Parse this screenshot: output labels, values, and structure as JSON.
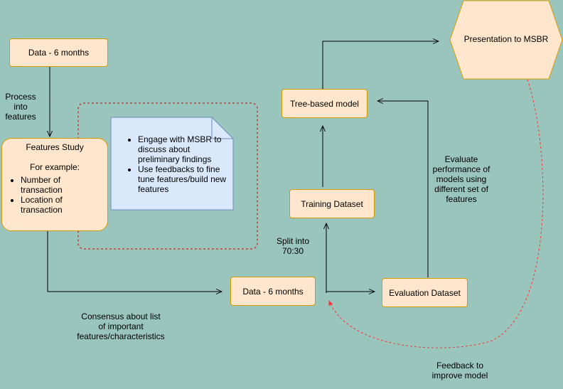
{
  "nodes": {
    "data_top": "Data - 6 months",
    "features_title": "Features Study",
    "features_example": "For example:",
    "features_items": [
      "Number of transaction",
      "Location of transaction"
    ],
    "note_items": [
      "Engage with MSBR to discuss about preliminary findings",
      "Use feedbacks to fine tune features/build new features"
    ],
    "data_mid": "Data - 6 months",
    "training": "Training Dataset",
    "evaluation": "Evaluation Dataset",
    "tree_model": "Tree-based model",
    "presentation": "Presentation to MSBR"
  },
  "labels": {
    "process": [
      "Process",
      "into",
      "features"
    ],
    "consensus": [
      "Consensus about list",
      "of important",
      "features/characteristics"
    ],
    "split": [
      "Split into",
      "70:30"
    ],
    "evaluate": [
      "Evaluate",
      "performance of",
      "models using",
      "different set of",
      "features"
    ],
    "feedback": [
      "Feedback to",
      "improve model"
    ]
  },
  "colors": {
    "background": "#9ac5bd",
    "box_fill": "#ffe6cc",
    "box_border": "#d79b00",
    "note_fill": "#dae8fc",
    "note_border": "#6c8ebf",
    "dotted_red": "#b85450",
    "dashed_red": "#ff3333"
  }
}
